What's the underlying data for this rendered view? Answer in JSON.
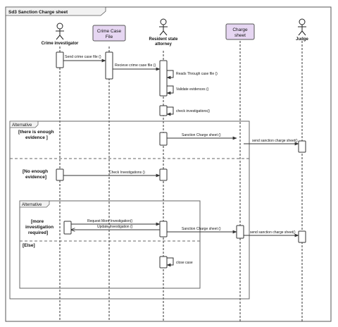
{
  "frame": {
    "title": "Sd3 Sanction Charge sheet"
  },
  "lifelines": [
    {
      "id": "ci",
      "label": "Crime investigator",
      "kind": "actor"
    },
    {
      "id": "ccf",
      "label": "Crime Case File",
      "kind": "box",
      "lines": [
        "Crime Case",
        "File"
      ]
    },
    {
      "id": "rsa",
      "label": "Resident state attorney",
      "kind": "actor",
      "lines": [
        "Resident state",
        "attorney"
      ]
    },
    {
      "id": "cs",
      "label": "Charge sheet",
      "kind": "box",
      "lines": [
        "Charge",
        "sheet"
      ]
    },
    {
      "id": "judge",
      "label": "Judge",
      "kind": "actor"
    }
  ],
  "messages": {
    "send_case": "Send crime case file ()",
    "receive_case": "Recieve crime case file ()",
    "reads": "Reads Through case file ()",
    "validate": "Validate evidences ()",
    "check_inv": "check investigations()",
    "sanction1": "Sanction Charge sheet ()",
    "send_judge1": "send sanction charge sheet()",
    "check_inv2": "Check Investigations ()",
    "request_more": "Request More Investigation()",
    "update_inv": "Update Investigation ()",
    "sanction2": "Sanction Charge sheet ()",
    "send_judge2": "send sanction charge sheet()",
    "close_case": "close case"
  },
  "fragments": {
    "outer_label": "Alternative",
    "outer_guard1": [
      "[there is enough",
      "evidence ]"
    ],
    "outer_guard2": [
      "[No enough",
      "evidence]"
    ],
    "inner_label": "Alternative",
    "inner_guard1": [
      "[more",
      "investigation",
      "required]"
    ],
    "inner_guard2": "[Else]"
  }
}
